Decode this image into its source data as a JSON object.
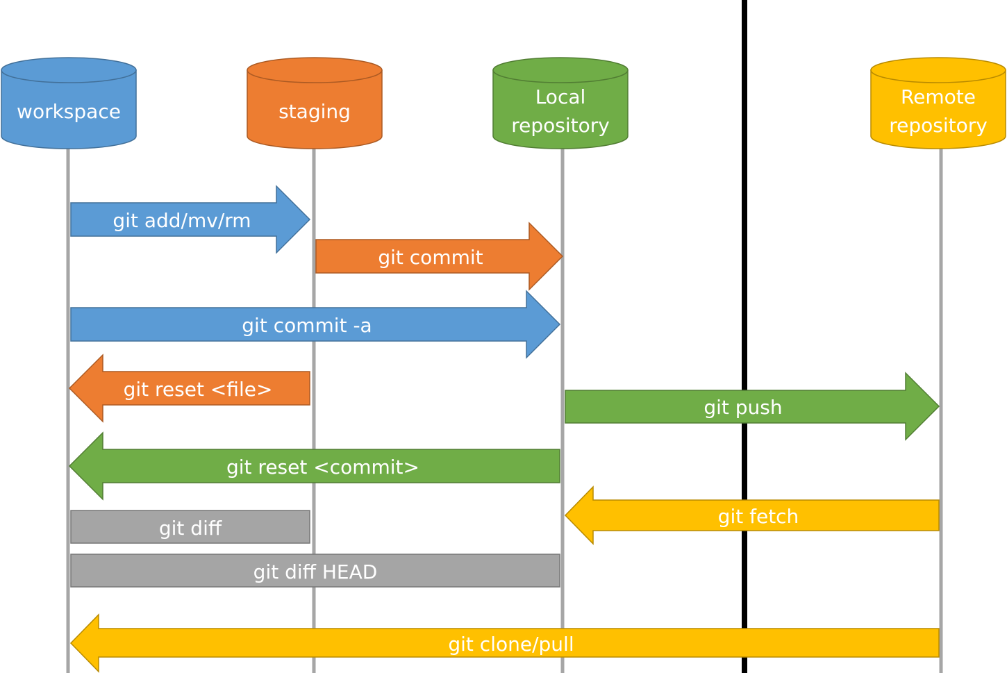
{
  "colors": {
    "workspace": "#5b9bd5",
    "staging": "#ed7d31",
    "local": "#70ad47",
    "remote": "#ffc000",
    "diff": "#a5a5a5",
    "lifeline": "#a6a6a6",
    "divider": "#000000",
    "text": "#ffffff"
  },
  "nodes": {
    "workspace": {
      "lines": [
        "workspace"
      ]
    },
    "staging": {
      "lines": [
        "staging"
      ]
    },
    "local": {
      "lines": [
        "Local",
        "repository"
      ]
    },
    "remote": {
      "lines": [
        "Remote",
        "repository"
      ]
    }
  },
  "commands": {
    "add": "git add/mv/rm",
    "commit": "git commit",
    "commit_a": "git commit -a",
    "reset_file": "git reset <file>",
    "push": "git push",
    "reset_commit": "git reset <commit>",
    "fetch": "git fetch",
    "diff": "git diff",
    "diff_head": "git diff HEAD",
    "clone_pull": "git clone/pull"
  }
}
